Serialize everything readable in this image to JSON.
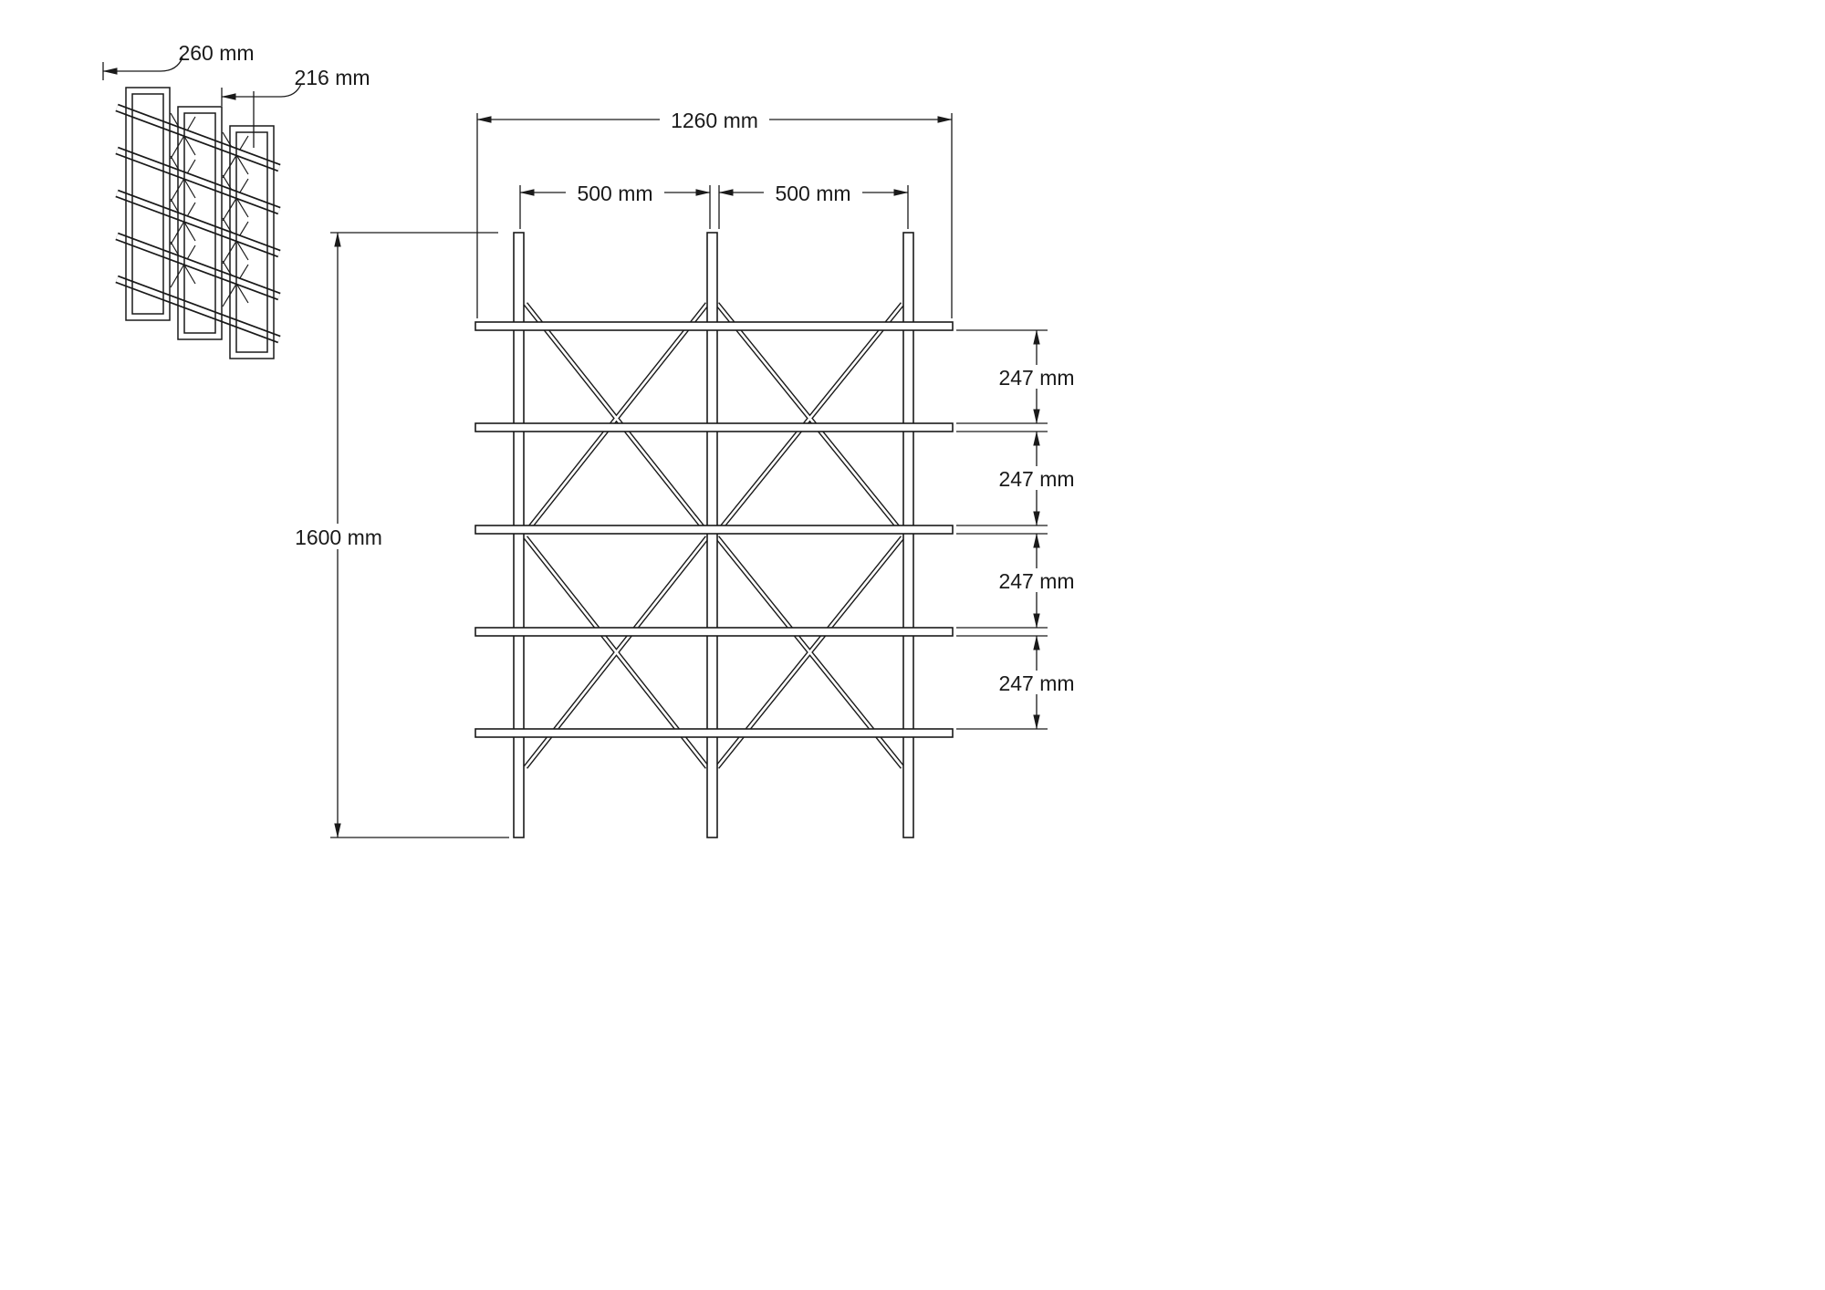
{
  "iso_view": {
    "dim_depth": "260 mm",
    "dim_shelf_depth": "216 mm"
  },
  "front_view": {
    "dim_total_width": "1260 mm",
    "dim_bays": [
      "500 mm",
      "500 mm"
    ],
    "dim_height": "1600 mm",
    "dim_gaps": [
      "247 mm",
      "247 mm",
      "247 mm",
      "247 mm"
    ]
  }
}
